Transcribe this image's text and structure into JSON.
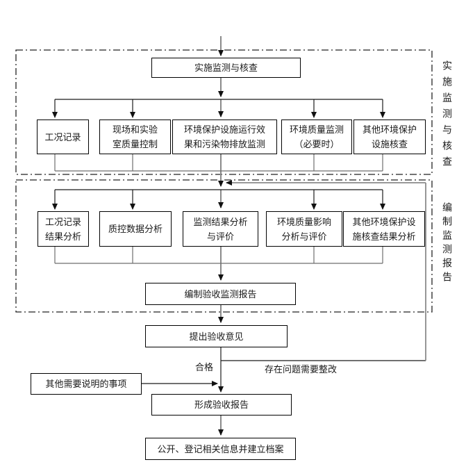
{
  "diagram": {
    "title_box": "实施监测与核查",
    "stage1": {
      "side_label": "实施监测与核查",
      "boxes": [
        "工况记录",
        "现场和实验\n室质量控制",
        "环境保护设施运行效\n果和污染物排放监测",
        "环境质量监测\n（必要时）",
        "其他环境保护\n设施核查"
      ]
    },
    "stage2": {
      "side_label": "编制监测报告",
      "boxes": [
        "工况记录\n结果分析",
        "质控数据分析",
        "监测结果分析\n与评价",
        "环境质量影响\n分析与评价",
        "其他环境保护设\n施核查结果分析"
      ],
      "compile_box": "编制验收监测报告"
    },
    "stage3": {
      "opinion_box": "提出验收意见",
      "pass_label": "合格",
      "rectify_label": "存在问题需要整改",
      "other_items_box": "其他需要说明的事项",
      "form_report_box": "形成验收报告",
      "archive_box": "公开、登记相关信息并建立档案"
    }
  },
  "colors": {
    "line_black": "#1a1a1a",
    "line_gray": "#8a8a8a",
    "box_border": "#000000",
    "text": "#1a1a1a",
    "background": "#ffffff"
  }
}
